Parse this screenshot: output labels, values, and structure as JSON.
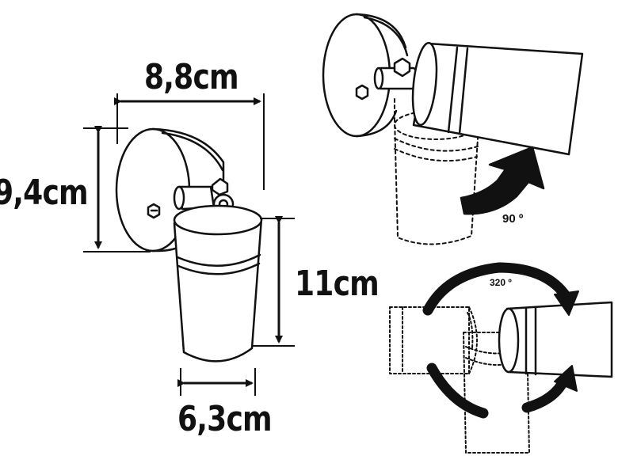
{
  "dimensions": {
    "width": "8,8cm",
    "height": "9,4cm",
    "length": "11cm",
    "diameter": "6,3cm"
  },
  "angles": {
    "tilt": "90 º",
    "rotation": "320 º"
  },
  "colors": {
    "ink": "#111111",
    "background": "#ffffff"
  }
}
